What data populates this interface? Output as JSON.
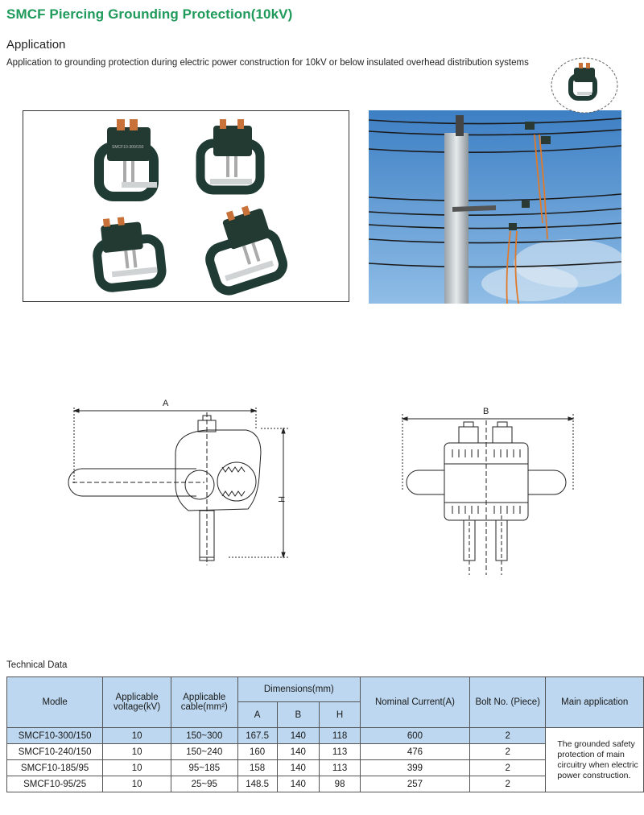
{
  "header": {
    "title": "SMCF Piercing Grounding Protection(10kV)",
    "section_heading": "Application",
    "section_text": "Application to grounding protection during electric power construction for 10kV or below insulated overhead distribution systems"
  },
  "product_photo": {
    "label_text": "SMCF10-300/150"
  },
  "drawings": {
    "front_dimension_A": "A",
    "front_dimension_H": "H",
    "side_dimension_B": "B"
  },
  "technical": {
    "label": "Technical Data",
    "headers": {
      "model": "Modle",
      "voltage": "Applicable voltage(kV)",
      "cable": "Applicable cable(mm²)",
      "dimensions": "Dimensions(mm)",
      "dim_a": "A",
      "dim_b": "B",
      "dim_h": "H",
      "current": "Nominal Current(A)",
      "bolt": "Bolt No. (Piece)",
      "application": "Main application"
    },
    "rows": [
      {
        "model": "SMCF10-300/150",
        "voltage": "10",
        "cable": "150~300",
        "a": "167.5",
        "b": "140",
        "h": "118",
        "current": "600",
        "bolt": "2"
      },
      {
        "model": "SMCF10-240/150",
        "voltage": "10",
        "cable": "150~240",
        "a": "160",
        "b": "140",
        "h": "113",
        "current": "476",
        "bolt": "2"
      },
      {
        "model": "SMCF10-185/95",
        "voltage": "10",
        "cable": "95~185",
        "a": "158",
        "b": "140",
        "h": "113",
        "current": "399",
        "bolt": "2"
      },
      {
        "model": "SMCF10-95/25",
        "voltage": "10",
        "cable": "25~95",
        "a": "148.5",
        "b": "140",
        "h": "98",
        "current": "257",
        "bolt": "2"
      }
    ],
    "application_note": "The grounded safety protection of main circuitry when electric power construction."
  }
}
